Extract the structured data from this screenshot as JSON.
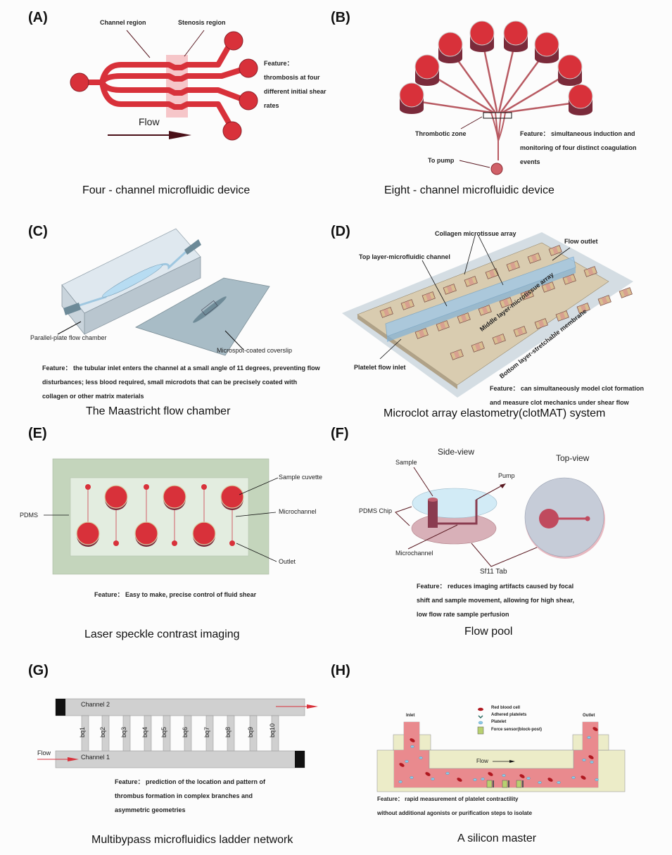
{
  "panels": {
    "A": {
      "label": "(A)",
      "title": "Four - channel microfluidic device",
      "annotations": {
        "channel_region": "Channel region",
        "stenosis_region": "Stenosis region",
        "flow": "Flow"
      },
      "feature": [
        "Feature：",
        "thrombosis at four",
        "different initial shear",
        "rates"
      ]
    },
    "B": {
      "label": "(B)",
      "title": "Eight - channel microfluidic device",
      "annotations": {
        "thrombotic_zone": "Thrombotic zone",
        "to_pump": "To pump"
      },
      "feature": [
        "Feature：  simultaneous induction and",
        "monitoring of four distinct coagulation",
        "events"
      ]
    },
    "C": {
      "label": "(C)",
      "title": "The Maastricht flow chamber",
      "annotations": {
        "chamber": "Parallel-plate flow chamber",
        "coverslip": "Microspot-coated coverslip"
      },
      "feature": [
        "Feature：  the tubular inlet enters the channel at a small angle of 11 degrees, preventing flow",
        "disturbances; less blood required, small microdots that can be precisely coated with",
        "collagen or other matrix materials"
      ]
    },
    "D": {
      "label": "(D)",
      "title": "Microclot array elastometry(clotMAT) system",
      "annotations": {
        "collagen": "Collagen microtissue array",
        "flow_outlet": "Flow outlet",
        "top_layer": "Top layer-microfluidic channel",
        "middle_layer": "Middle layer-microtissue array",
        "bottom_layer": "Bottom layer-stretchable membrane",
        "platelet_inlet": "Platelet flow inlet"
      },
      "feature": [
        "Feature：  can simultaneously model clot formation",
        "and measure clot mechanics under shear flow"
      ]
    },
    "E": {
      "label": "(E)",
      "title": "Laser speckle contrast imaging",
      "annotations": {
        "pdms": "PDMS",
        "sample_cuvette": "Sample cuvette",
        "microchannel": "Microchannel",
        "outlet": "Outlet"
      },
      "feature": [
        "Feature：  Easy to make, precise control of fluid shear"
      ]
    },
    "F": {
      "label": "(F)",
      "title": "Flow pool",
      "annotations": {
        "side_view": "Side-view",
        "top_view": "Top-view",
        "sample": "Sample",
        "pump": "Pump",
        "pdms_chip": "PDMS Chip",
        "microchannel": "Microchannel",
        "sf11": "Sf11 Tab"
      },
      "feature": [
        "Feature：  reduces imaging artifacts caused by focal",
        "shift and sample movement, allowing for high shear,",
        "low flow rate sample perfusion"
      ]
    },
    "G": {
      "label": "(G)",
      "title": "Multibypass microfluidics ladder network",
      "annotations": {
        "channel2": "Channel 2",
        "channel1": "Channel 1",
        "flow": "Flow"
      },
      "bypasses": [
        "bq1",
        "bq2",
        "bq3",
        "bq4",
        "bq5",
        "bq6",
        "bq7",
        "bq8",
        "bq9",
        "bq10"
      ],
      "feature": [
        "Feature：  prediction of the location and pattern of",
        "thrombus formation in complex branches and",
        "asymmetric geometries"
      ]
    },
    "H": {
      "label": "(H)",
      "title": "A silicon master",
      "annotations": {
        "inlet": "Inlet",
        "outlet": "Outlet",
        "flow": "Flow"
      },
      "legend": [
        "Red blood cell",
        "Adhered platelets",
        "Platelet",
        "Force sensor(block-post)"
      ],
      "feature": [
        "Feature：  rapid measurement of platelet contractility",
        "without additional agonists or purification steps to isolate"
      ]
    }
  },
  "colors": {
    "red": "#d8313a",
    "dark_red": "#7a2a3a",
    "blood_pink": "#e98a8e",
    "pdms_green": "#c4d5bc",
    "pale_green": "#e3ede0",
    "glass_blue": "#b8d4ea",
    "membrane_tan": "#d9ccb0",
    "cream": "#ececc8",
    "channel_gray": "#d0d0d0"
  }
}
